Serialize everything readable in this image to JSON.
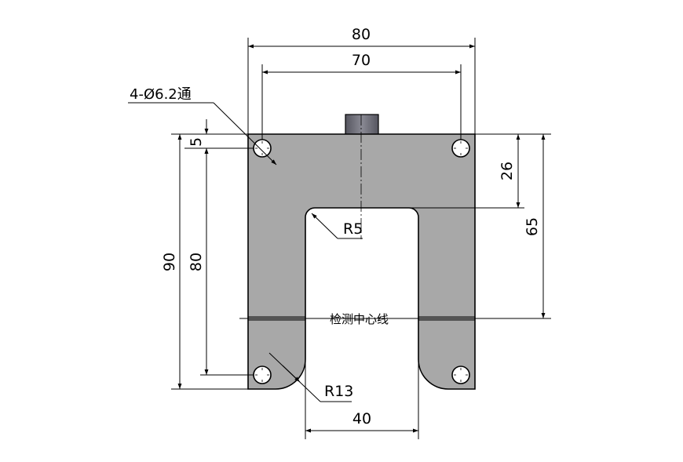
{
  "drawing": {
    "dimensions": {
      "overall_width": "80",
      "hole_spacing": "70",
      "hole_note": "4-Ø6.2通",
      "inner_radius": "R5",
      "outer_radius": "R13",
      "slot_width": "40",
      "right_26": "26",
      "right_65": "65",
      "left_90": "90",
      "left_80": "80",
      "left_5": "5"
    },
    "center_line_label": "检测中心线",
    "colors": {
      "plate": "#a8a8a8",
      "sensor": "#6e6e78",
      "line": "#000000"
    }
  }
}
